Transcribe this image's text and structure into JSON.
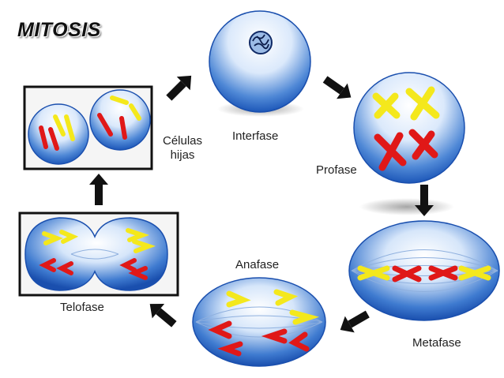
{
  "title": "MITOSIS",
  "stages": {
    "interfase": "Interfase",
    "profase": "Profase",
    "metafase": "Metafase",
    "anafase": "Anafase",
    "telofase": "Telofase",
    "celulas_hijas_line1": "Células",
    "celulas_hijas_line2": "hijas"
  },
  "colors": {
    "cell_blue": "#1d57b8",
    "cell_light": "#eef5ff",
    "chromosome_yellow": "#f4e81c",
    "chromosome_red": "#e01818",
    "arrow": "#111111"
  }
}
